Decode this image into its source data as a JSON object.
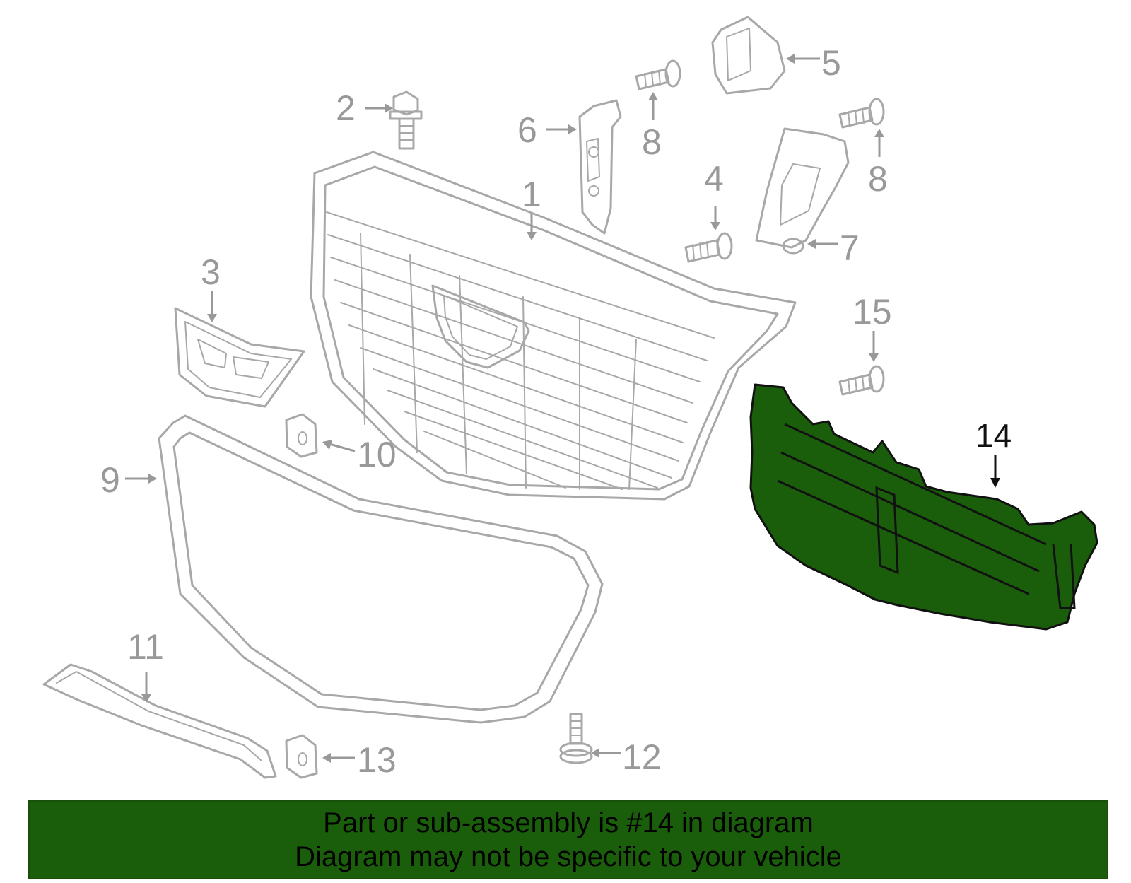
{
  "callouts": {
    "c1": "1",
    "c2": "2",
    "c3": "3",
    "c4": "4",
    "c5": "5",
    "c6": "6",
    "c7": "7",
    "c8a": "8",
    "c8b": "8",
    "c9": "9",
    "c10": "10",
    "c11": "11",
    "c12": "12",
    "c13": "13",
    "c14": "14",
    "c15": "15"
  },
  "banner": {
    "line1": "Part or sub-assembly is #14 in diagram",
    "line2": "Diagram may not be specific to your vehicle"
  },
  "colors": {
    "highlight": "#1a5e0b",
    "outline": "#a8a8a8",
    "banner": "#1a5e0b"
  }
}
